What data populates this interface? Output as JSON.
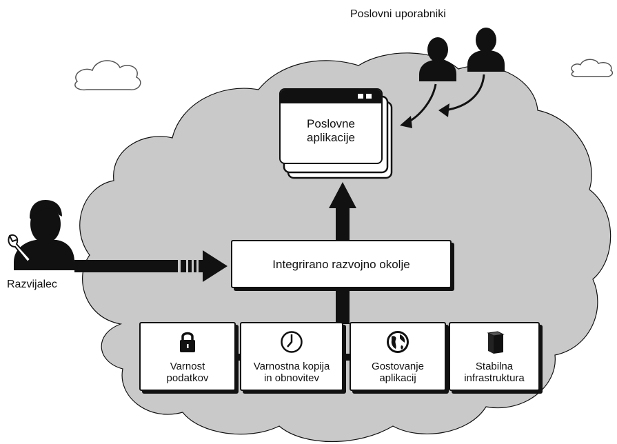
{
  "labels": {
    "business_users": "Poslovni uporabniki",
    "developer": "Razvijalec",
    "apps_line1": "Poslovne",
    "apps_line2": "aplikacije",
    "ide": "Integrirano razvojno okolje"
  },
  "services": [
    {
      "line1": "Varnost",
      "line2": "podatkov",
      "icon": "lock-icon"
    },
    {
      "line1": "Varnostna kopija",
      "line2": "in obnovitev",
      "icon": "clock-icon"
    },
    {
      "line1": "Gostovanje",
      "line2": "aplikacij",
      "icon": "globe-icon"
    },
    {
      "line1": "Stabilna",
      "line2": "infrastruktura",
      "icon": "server-icon"
    }
  ],
  "colors": {
    "cloud_fill": "#c9c9c9",
    "outline": "#111111",
    "box_fill": "#ffffff"
  }
}
